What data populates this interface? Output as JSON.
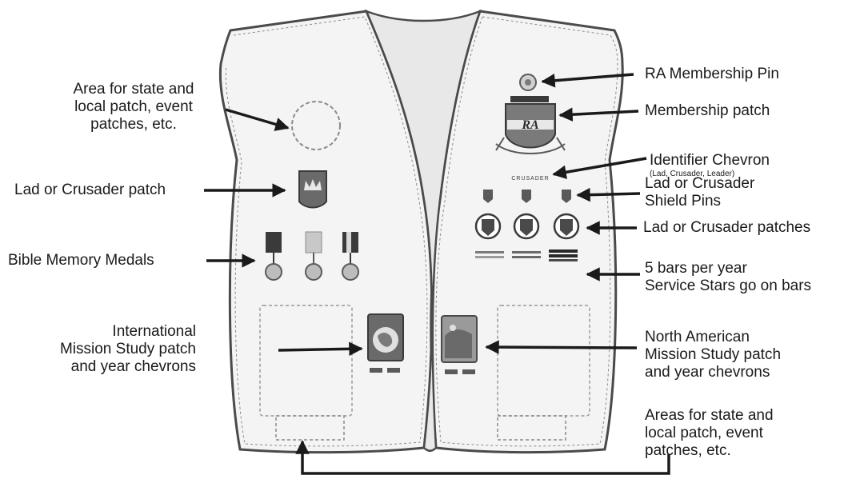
{
  "labels": {
    "state_local_left": "Area for state and\nlocal patch, event\npatches, etc.",
    "lad_crusader_patch": "Lad or Crusader patch",
    "bible_medals": "Bible Memory Medals",
    "international_mission": "International\nMission Study patch\nand year chevrons",
    "ra_pin": "RA Membership Pin",
    "membership_patch": "Membership patch",
    "identifier_chevron": "Identifier Chevron",
    "identifier_chevron_sub": "(Lad, Crusader, Leader)",
    "shield_pins": "Lad or Crusader\nShield Pins",
    "crusader_patches": "Lad or Crusader patches",
    "service_bars": "5 bars per year\nService Stars go on bars",
    "north_american_mission": "North American\nMission Study patch\nand year chevrons",
    "state_local_right": "Areas for state and\nlocal patch, event\npatches, etc."
  },
  "emblem_text": {
    "ra_letters": "RA",
    "crusader_text": "CRUSADER"
  },
  "colors": {
    "outline": "#4a4a4a",
    "vest_fill": "#f4f4f4",
    "dark": "#3a3a3a",
    "mid": "#8a8a8a",
    "light": "#c8c8c8"
  }
}
